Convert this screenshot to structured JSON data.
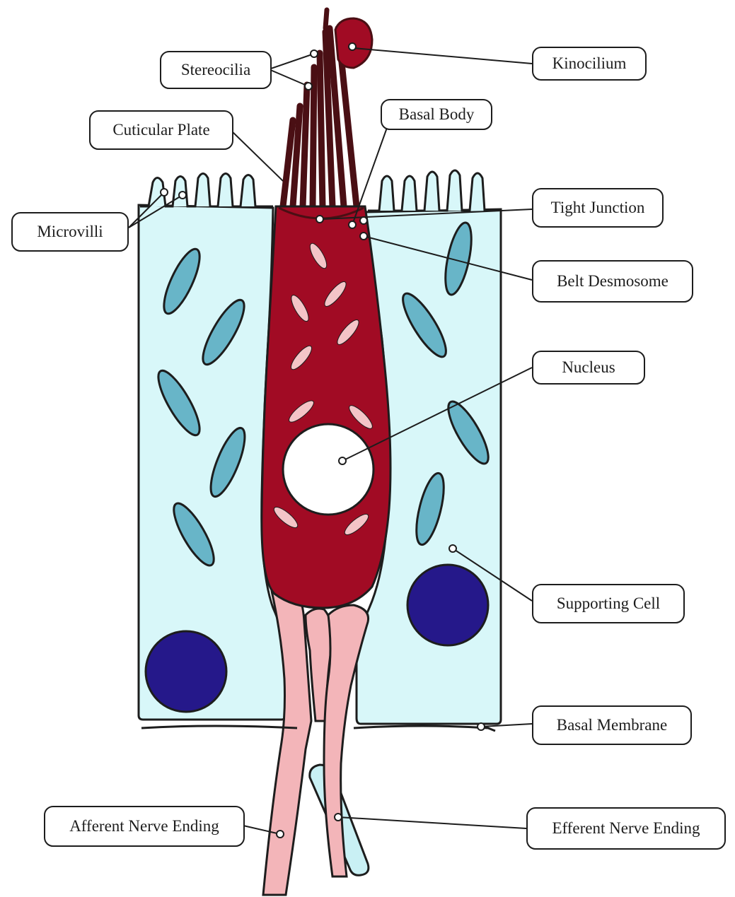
{
  "colors": {
    "hair_cell": "#a10b24",
    "stereocilia": "#4a0f14",
    "granule": "#f4c4c7",
    "supporting_cell": "#d8f7f9",
    "supporting_organelle": "#68b5c8",
    "supporting_nucleus": "#25188a",
    "nerve": "#f3b5b9",
    "efferent_sheath": "#c9f0f4",
    "outline": "#1d1d1d",
    "nucleus_fill": "#ffffff"
  },
  "labels": {
    "stereocilia": "Stereocilia",
    "kinocilium": "Kinocilium",
    "cuticular_plate": "Cuticular Plate",
    "basal_body": "Basal Body",
    "microvilli": "Microvilli",
    "tight_junction": "Tight Junction",
    "belt_desmosome": "Belt Desmosome",
    "nucleus": "Nucleus",
    "supporting_cell": "Supporting Cell",
    "basal_membrane": "Basal Membrane",
    "afferent_nerve_ending": "Afferent Nerve Ending",
    "efferent_nerve_ending": "Efferent Nerve Ending"
  }
}
